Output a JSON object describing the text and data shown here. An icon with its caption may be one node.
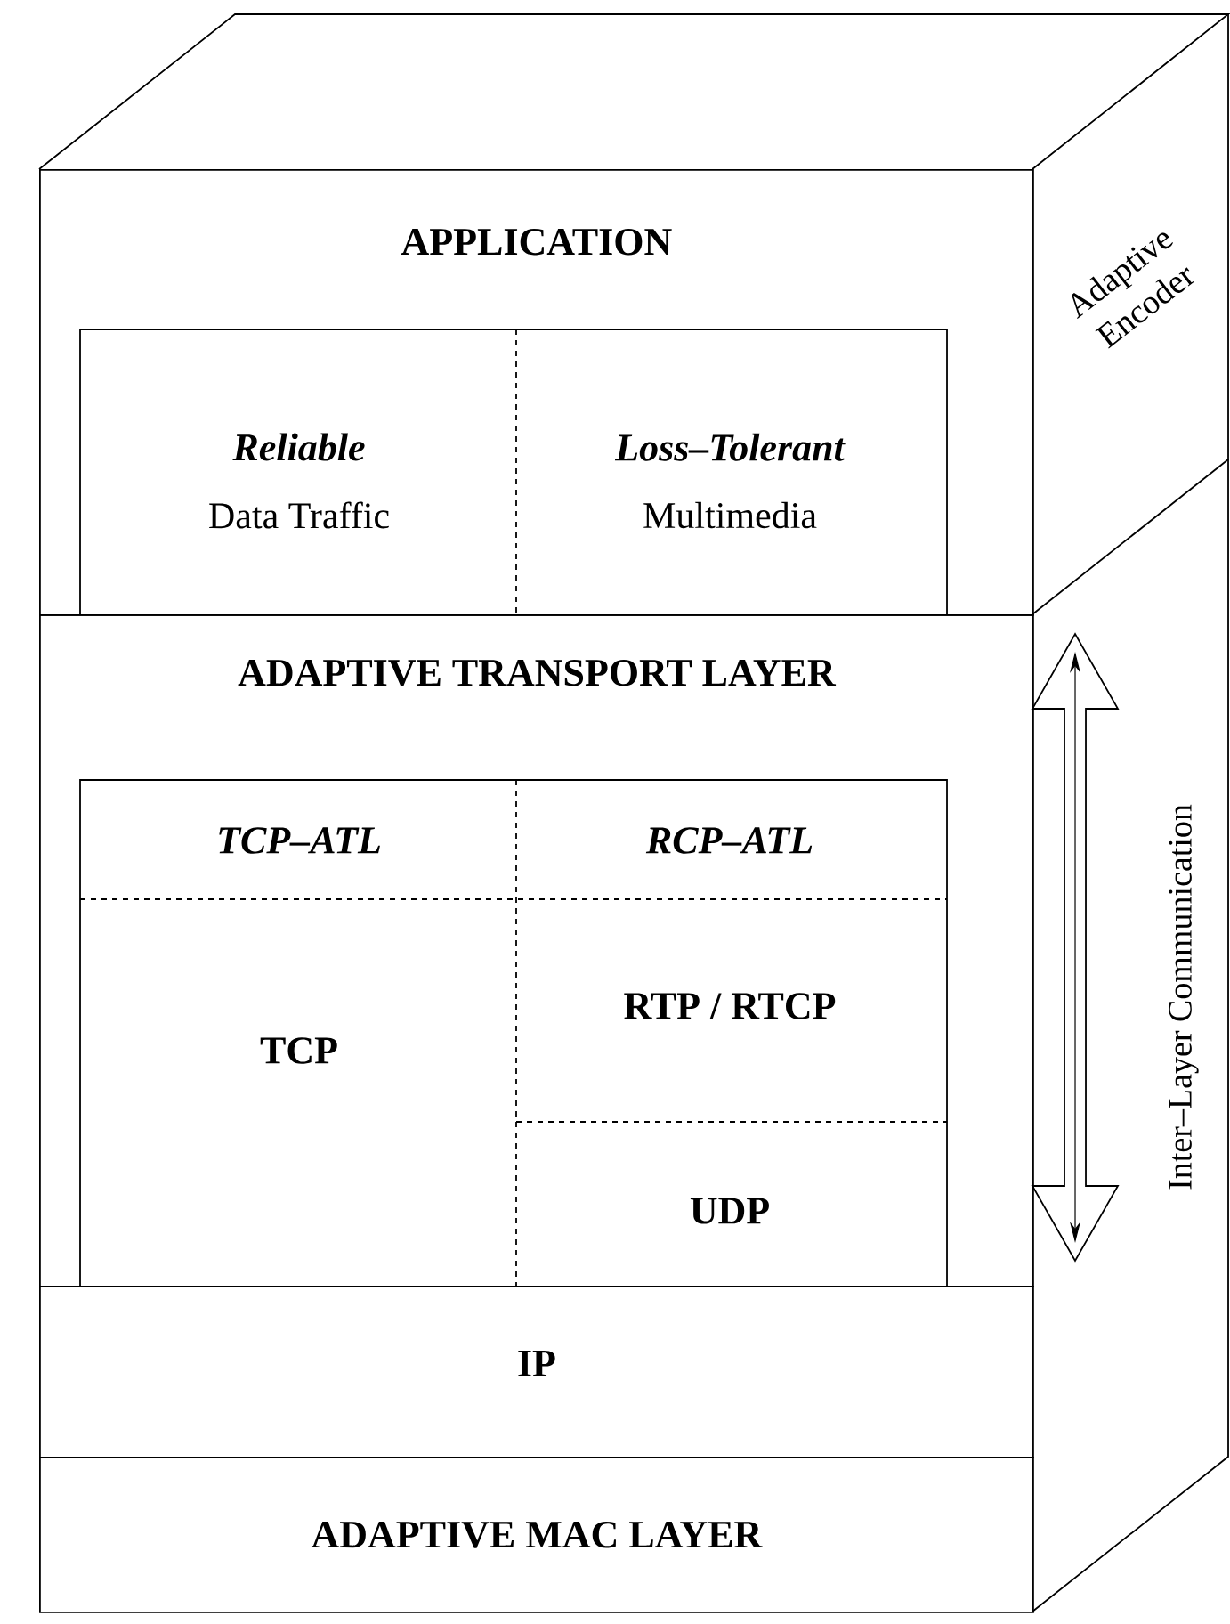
{
  "diagram": {
    "nodes": [
      {
        "text": [
          "APPLICATION"
        ]
      },
      {
        "text": [
          "Reliable",
          "Data Traffic"
        ],
        "in": 0
      },
      {
        "text": [
          "Loss–Tolerant",
          "Multimedia"
        ],
        "in": 0
      },
      {
        "text": [
          "ADAPTIVE TRANSPORT LAYER"
        ]
      },
      {
        "text": [
          "TCP–ATL"
        ],
        "in": 3
      },
      {
        "text": [
          "RCP–ATL"
        ],
        "in": 3
      },
      {
        "text": [
          "TCP"
        ],
        "in": 3
      },
      {
        "text": [
          "RTP / RTCP"
        ],
        "in": 3
      },
      {
        "text": [
          "UDP"
        ],
        "in": 3
      },
      {
        "text": [
          "IP"
        ]
      },
      {
        "text": [
          "ADAPTIVE MAC LAYER"
        ]
      }
    ],
    "edges": [],
    "labels": [
      "Adaptive Encoder",
      "Inter–Layer Communication"
    ]
  }
}
